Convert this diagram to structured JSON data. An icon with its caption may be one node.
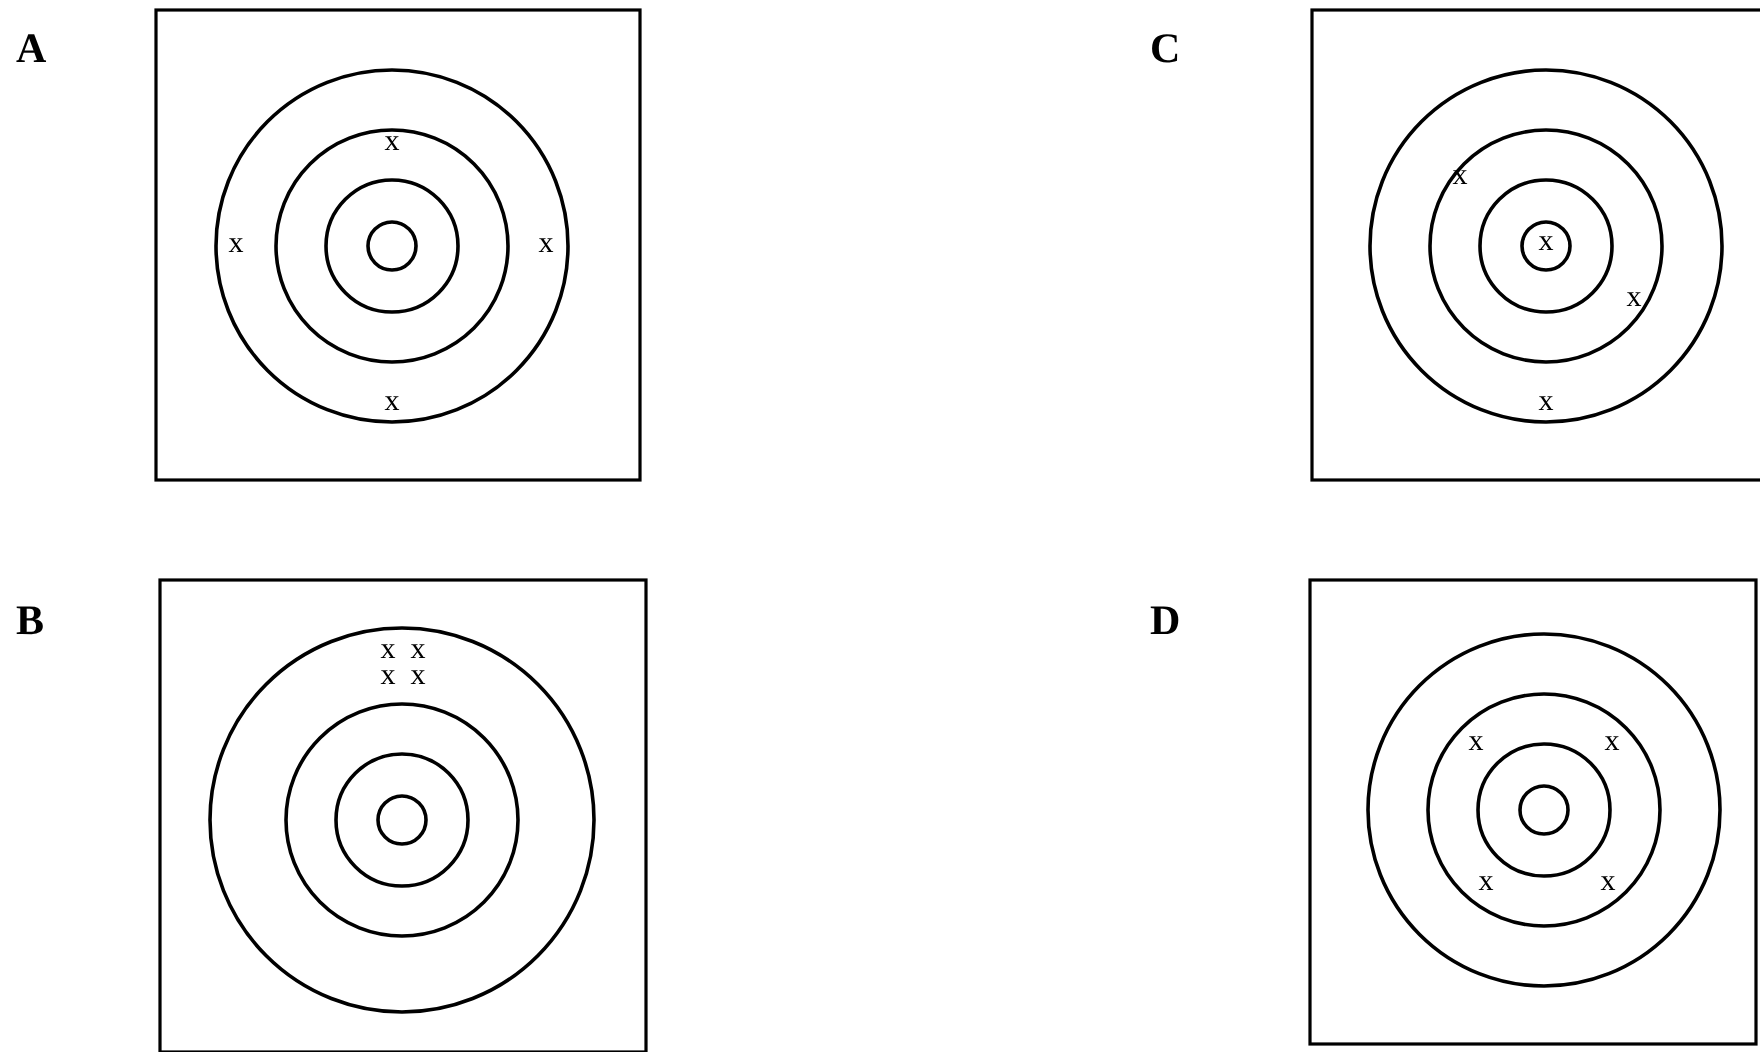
{
  "diagram": {
    "labels": [
      "A",
      "x",
      "x",
      "x",
      "x",
      "C",
      "x",
      "x",
      "x",
      "x",
      "B",
      "x",
      "x",
      "x",
      "x",
      "D",
      "x",
      "x",
      "x",
      "x"
    ]
  }
}
